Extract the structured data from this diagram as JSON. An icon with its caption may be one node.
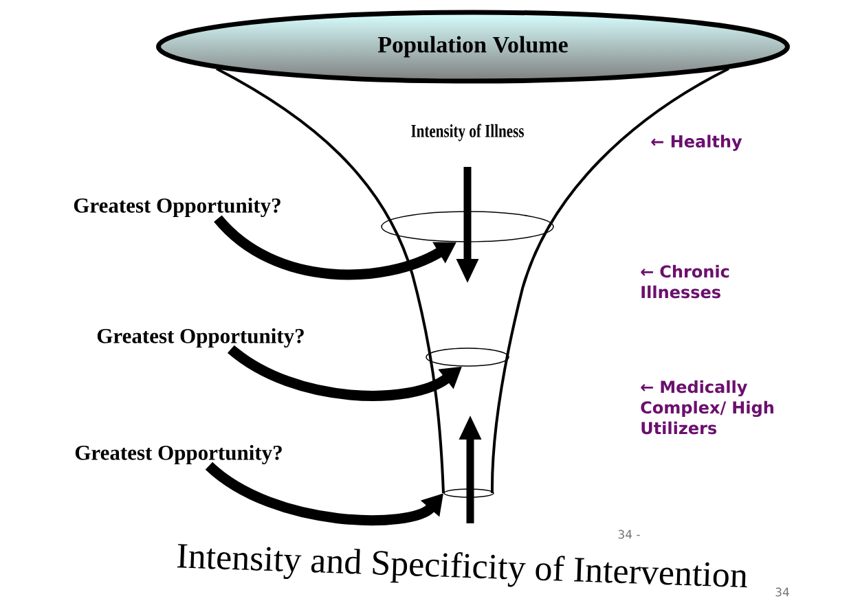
{
  "diagram": {
    "nodes": [
      {
        "text": [
          "Population Volume"
        ]
      },
      {
        "text": [
          "Greatest Opportunity?"
        ]
      },
      {
        "text": [
          "Greatest Opportunity?"
        ]
      },
      {
        "text": [
          "Greatest Opportunity?"
        ]
      },
      {
        "text": [],
        "shape": "ellipse"
      },
      {
        "text": [],
        "shape": "ellipse"
      },
      {
        "text": [],
        "shape": "ellipse"
      }
    ],
    "edges": [
      {
        "from": 1,
        "to": 4,
        "arrow": "to"
      },
      {
        "from": 2,
        "to": 5,
        "arrow": "to"
      },
      {
        "from": 3,
        "to": 6,
        "arrow": "to"
      }
    ],
    "labels": [
      "Intensity of Illness",
      "← Healthy",
      "← Chronic Illnesses",
      "← Medically Complex/ High Utilizers",
      "34 -",
      "Intensity and Specificity of Intervention",
      "34"
    ]
  }
}
